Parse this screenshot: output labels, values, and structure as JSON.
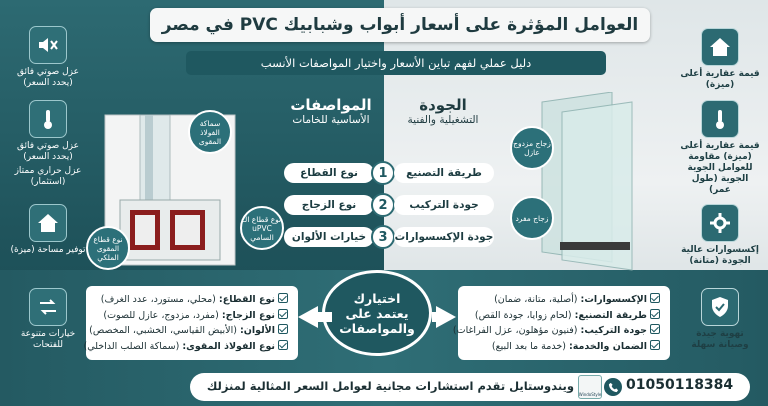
{
  "header": {
    "title": "العوامل المؤثرة على أسعار أبواب وشبابيك PVC في مصر",
    "subtitle": "دليل عملي لفهم تباين الأسعار واختيار المواصفات الأنسب"
  },
  "left_features": [
    {
      "icon": "speaker-mute-icon",
      "label": "عزل صوتي فائق (يحدد السعر)"
    },
    {
      "icon": "thermometer-icon",
      "label": "عزل صوتي فائق (يحدد السعر)"
    },
    {
      "icon": "thermal-label",
      "label": "عزل حراري ممتاز (استثمار)"
    },
    {
      "icon": "house-icon",
      "label": "توفير مساحة (ميزة)"
    },
    {
      "icon": "swap-arrows-icon",
      "label": "خيارات متنوعة للفتحات"
    }
  ],
  "right_features": [
    {
      "icon": "house-icon",
      "label": "قيمة عقارية أعلى (ميزة)"
    },
    {
      "icon": "thermometer-icon",
      "label": "قيمة عقارية أعلى (ميزة) مقاومة للعوامل الجوية الجوية (طول عمر)"
    },
    {
      "icon": "gear-icon",
      "label": "إكسسوارات عالية الجودة (متانة)"
    },
    {
      "icon": "shield-check-icon",
      "label": "تهوية جيدة وصيانة سهلة"
    }
  ],
  "left_window_callouts": {
    "steel": "سماكة الفولاذ المقوى",
    "profile_type": "نوع قطاع الـ uPVC السامي",
    "reinforced": "نوع قطاع المقوى الملكي"
  },
  "right_window_callouts": {
    "double": "زجاج مزدوج عازل",
    "single": "زجاج مفرد"
  },
  "specs_heading": {
    "big": "المواصفات",
    "small": "الأساسية للخامات"
  },
  "quality_heading": {
    "big": "الجودة",
    "small": "التشغيلية والفنية"
  },
  "steps": [
    {
      "num": "1",
      "quality": "طريقة التصنيع",
      "spec": "نوع القطاع"
    },
    {
      "num": "2",
      "quality": "جودة التركيب",
      "spec": "نوع الزجاج"
    },
    {
      "num": "3",
      "quality": "جودة الإكسسوارات",
      "spec": "خيارات الألوان"
    }
  ],
  "center_circle": {
    "line1": "اختيارك",
    "line2": "يعتمد على",
    "line3": "والمواصفات"
  },
  "specs_list": [
    {
      "label": "نوع القطاع:",
      "value": "(محلي، مستورد، عدد الغرف)"
    },
    {
      "label": "نوع الزجاج:",
      "value": "(مفرد، مزدوج، عازل للصوت)"
    },
    {
      "label": "الألوان:",
      "value": "(الأبيض القياسي، الخشبي، المخصص)"
    },
    {
      "label": "نوع الفولاذ المقوى:",
      "value": "(سماكة الصلب الداخلي)"
    }
  ],
  "quality_list": [
    {
      "label": "الإكسسوارات:",
      "value": "(أصلية، متانة، ضمان)"
    },
    {
      "label": "طريقة التصنيع:",
      "value": "(لحام زوايا، جودة القص)"
    },
    {
      "label": "جودة التركيب:",
      "value": "(فنيون مؤهلون، عزل الفراغات)"
    },
    {
      "label": "الضمان والخدمة:",
      "value": "(خدمة ما بعد البيع)"
    }
  ],
  "footer": {
    "phone": "01050118384",
    "text": "ويندوستايل تقدم استشارات مجانية لعوامل السعر المثالية لمنزلك",
    "logo_text": "WindoStyle"
  },
  "colors": {
    "teal_dark": "#1f5860",
    "teal": "#2c6a72",
    "light": "#eef1f2"
  }
}
